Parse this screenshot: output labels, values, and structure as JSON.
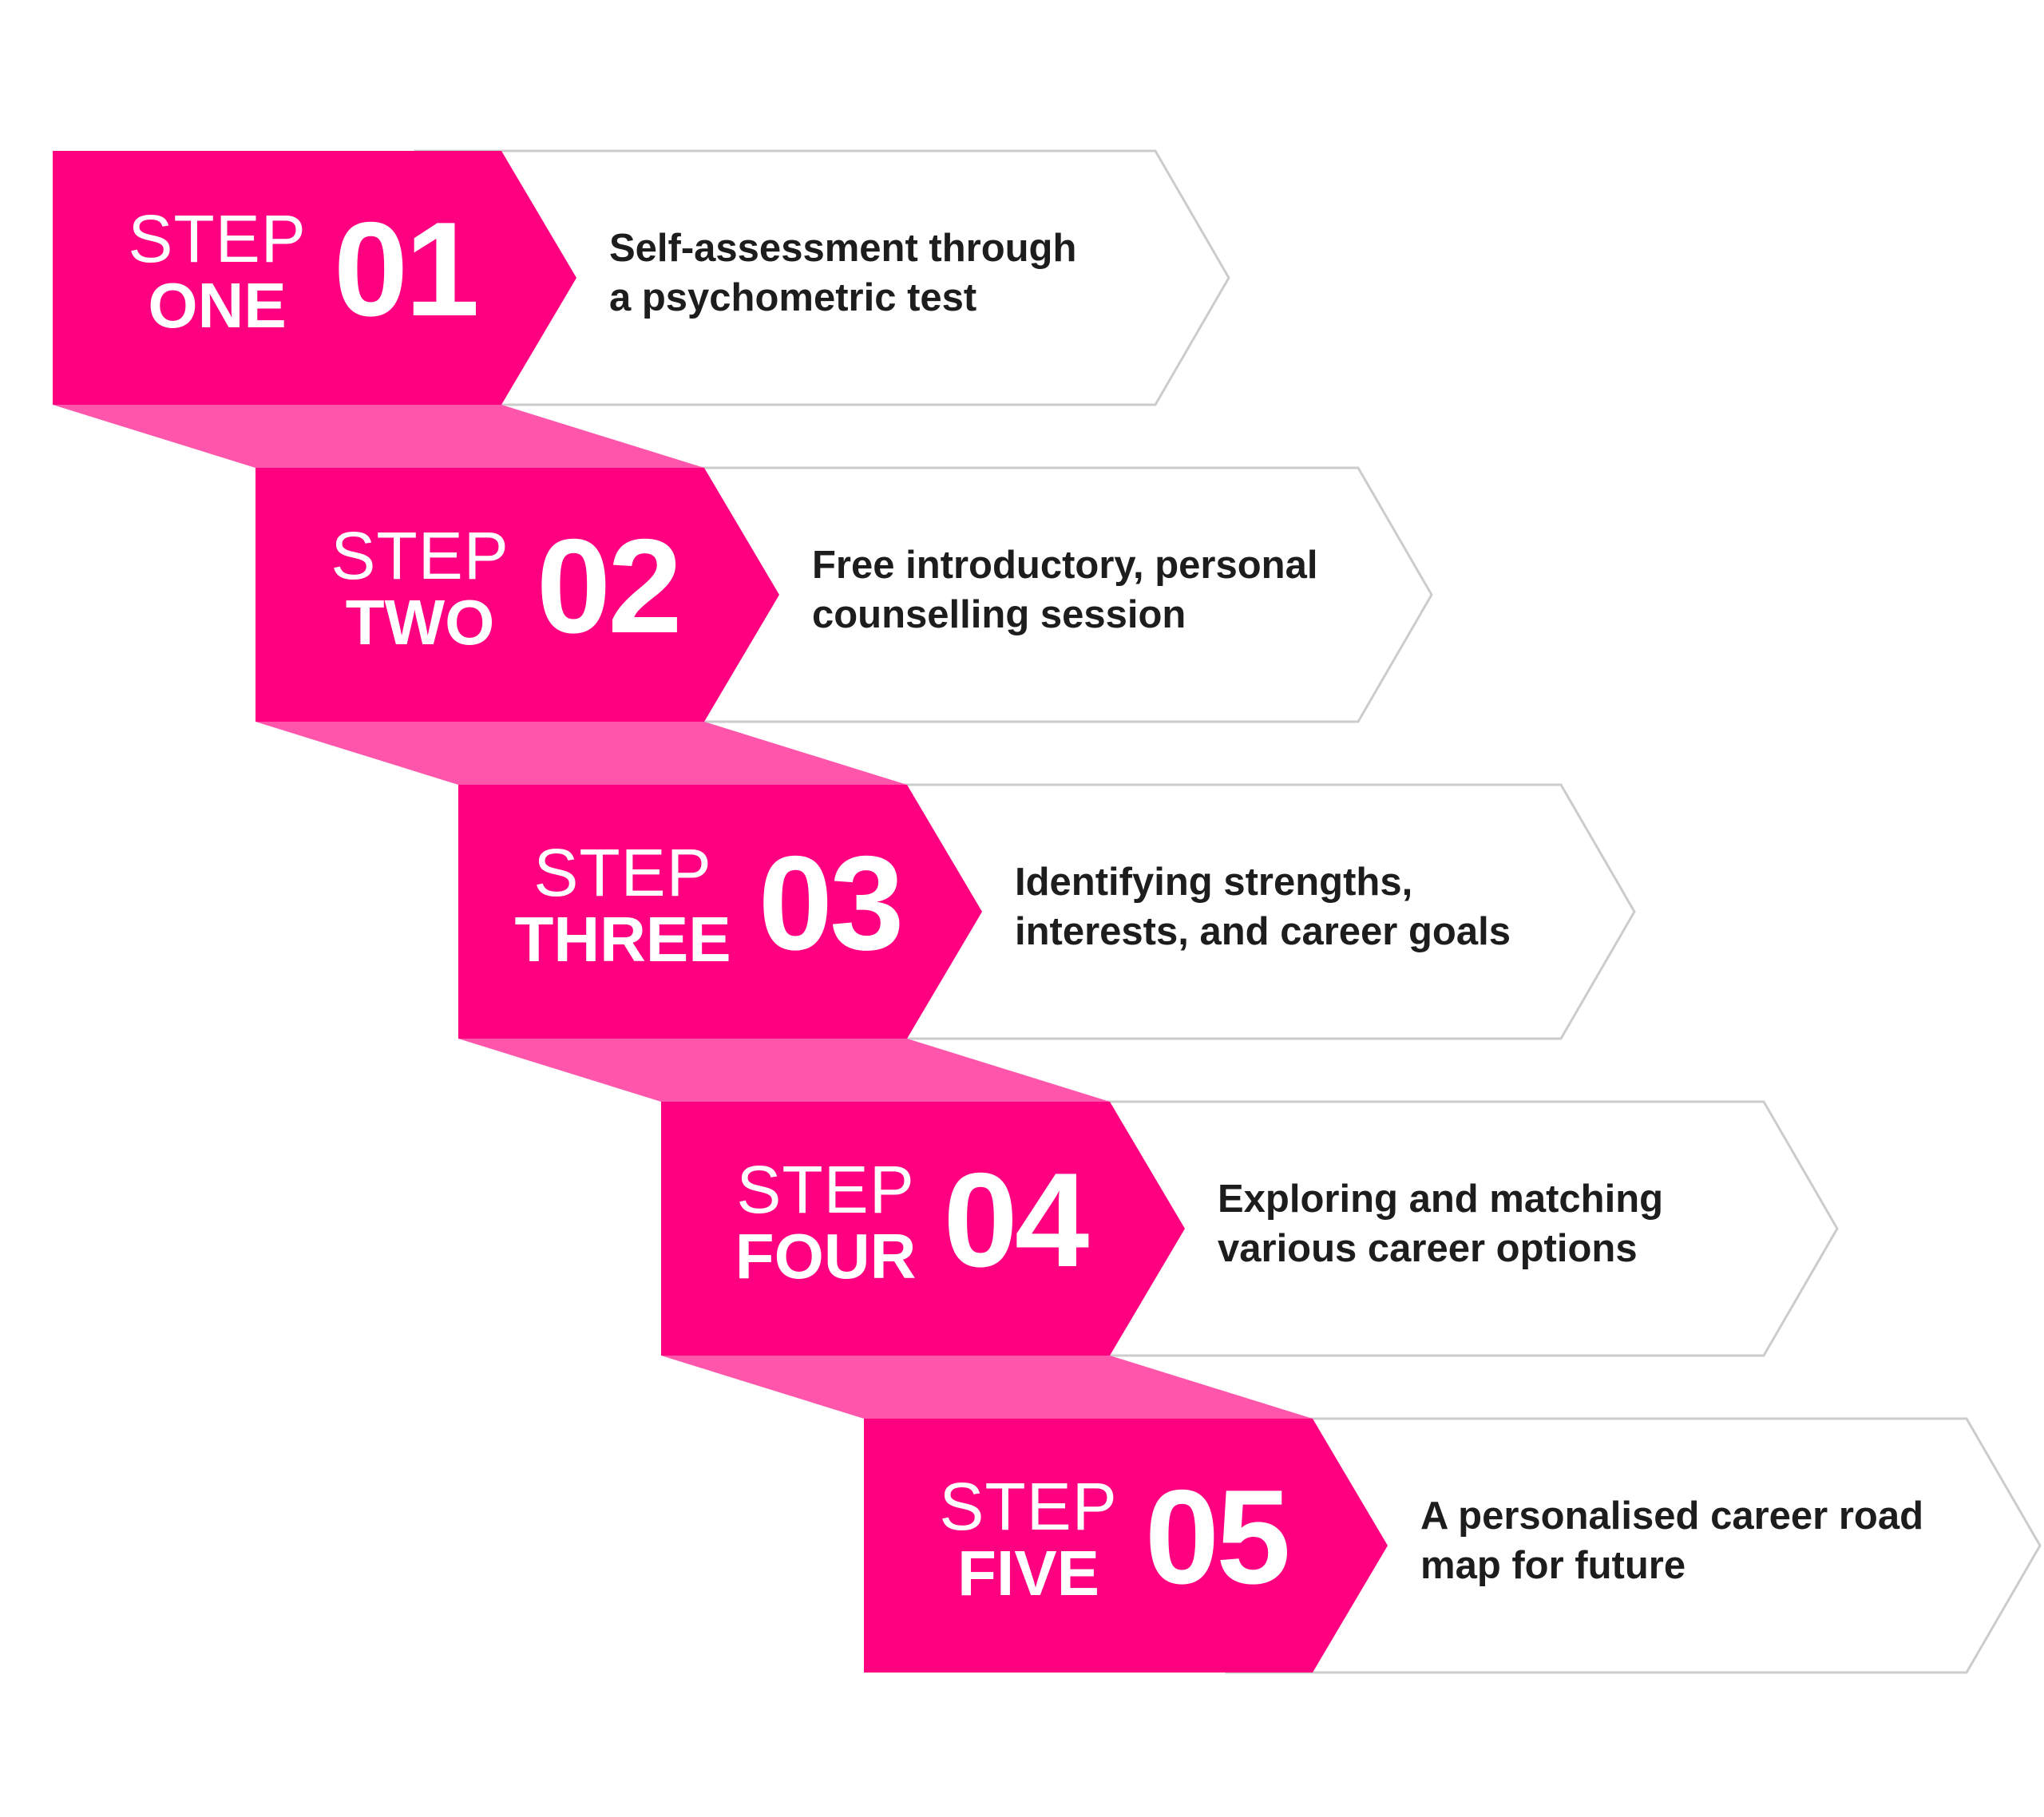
{
  "colors": {
    "primary": "#ff0080",
    "connector": "#ff55ab",
    "box_border": "#cccccc",
    "text": "#1d1d1d"
  },
  "steps": [
    {
      "word1": "STEP",
      "word2": "ONE",
      "number": "01",
      "lines": [
        "Self-assessment through",
        "a psychometric test"
      ]
    },
    {
      "word1": "STEP",
      "word2": "TWO",
      "number": "02",
      "lines": [
        "Free introductory, personal",
        "counselling session"
      ]
    },
    {
      "word1": "STEP",
      "word2": "THREE",
      "number": "03",
      "lines": [
        "Identifying strengths,",
        "interests, and career goals"
      ]
    },
    {
      "word1": "STEP",
      "word2": "FOUR",
      "number": "04",
      "lines": [
        "Exploring and matching",
        "various career options"
      ]
    },
    {
      "word1": "STEP",
      "word2": "FIVE",
      "number": "05",
      "lines": [
        "A personalised career road",
        "map for future"
      ]
    }
  ]
}
